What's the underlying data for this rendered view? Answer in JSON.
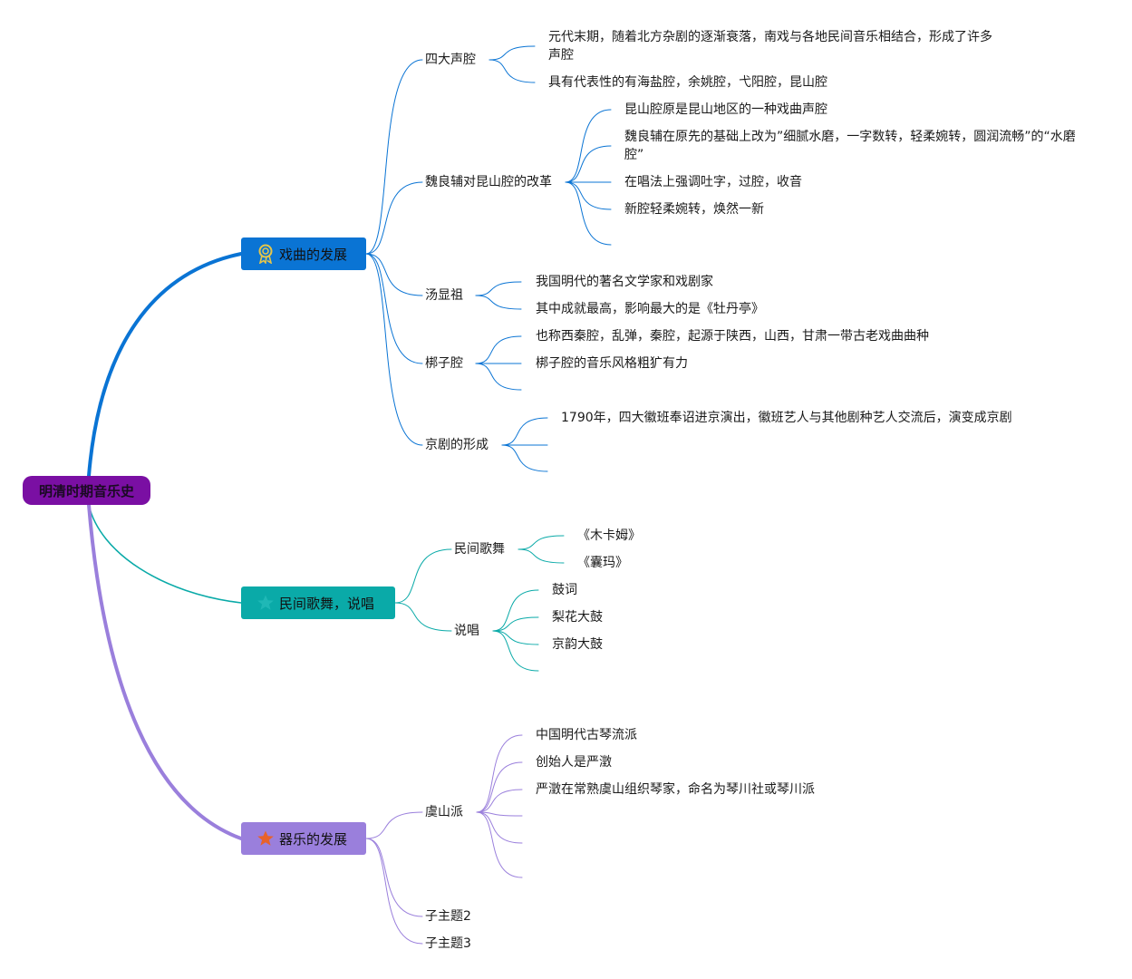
{
  "root": {
    "label": "明清时期音乐史",
    "color": "#7a0fa3"
  },
  "branches": [
    {
      "label": "戏曲的发展",
      "icon": "ribbon-award-icon",
      "color": "#0a74d4",
      "children": [
        {
          "label": "四大声腔",
          "children": [
            "元代末期，随着北方杂剧的逐渐衰落，南戏与各地民间音乐相结合，形成了许多声腔",
            "具有代表性的有海盐腔，余姚腔，弋阳腔，昆山腔"
          ]
        },
        {
          "label": "魏良辅对昆山腔的改革",
          "children": [
            "昆山腔原是昆山地区的一种戏曲声腔",
            "魏良辅在原先的基础上改为”细腻水磨，一字数转，轻柔婉转，圆润流畅”的“水磨腔”",
            "在唱法上强调吐字，过腔，收音",
            "新腔轻柔婉转，焕然一新",
            ""
          ]
        },
        {
          "label": "汤显祖",
          "children": [
            "我国明代的著名文学家和戏剧家",
            "其中成就最高，影响最大的是《牡丹亭》"
          ]
        },
        {
          "label": "梆子腔",
          "children": [
            "也称西秦腔，乱弹，秦腔，起源于陕西，山西，甘肃一带古老戏曲曲种",
            "梆子腔的音乐风格粗犷有力",
            ""
          ]
        },
        {
          "label": "京剧的形成",
          "children": [
            "1790年，四大徽班奉诏进京演出，徽班艺人与其他剧种艺人交流后，演变成京剧",
            "",
            ""
          ]
        }
      ]
    },
    {
      "label": "民间歌舞，说唱",
      "icon": "star-icon-teal",
      "color": "#0aaaa8",
      "children": [
        {
          "label": "民间歌舞",
          "children": [
            "《木卡姆》",
            "《囊玛》"
          ]
        },
        {
          "label": "说唱",
          "children": [
            "鼓词",
            "梨花大鼓",
            "京韵大鼓",
            ""
          ]
        }
      ]
    },
    {
      "label": "器乐的发展",
      "icon": "star-icon",
      "color": "#9a7fdc",
      "children": [
        {
          "label": "虞山派",
          "children": [
            "中国明代古琴流派",
            "创始人是严澂",
            "严澂在常熟虞山组织琴家，命名为琴川社或琴川派",
            "",
            "",
            ""
          ]
        },
        {
          "label": "子主题2",
          "children": []
        },
        {
          "label": "子主题3",
          "children": []
        }
      ]
    }
  ]
}
